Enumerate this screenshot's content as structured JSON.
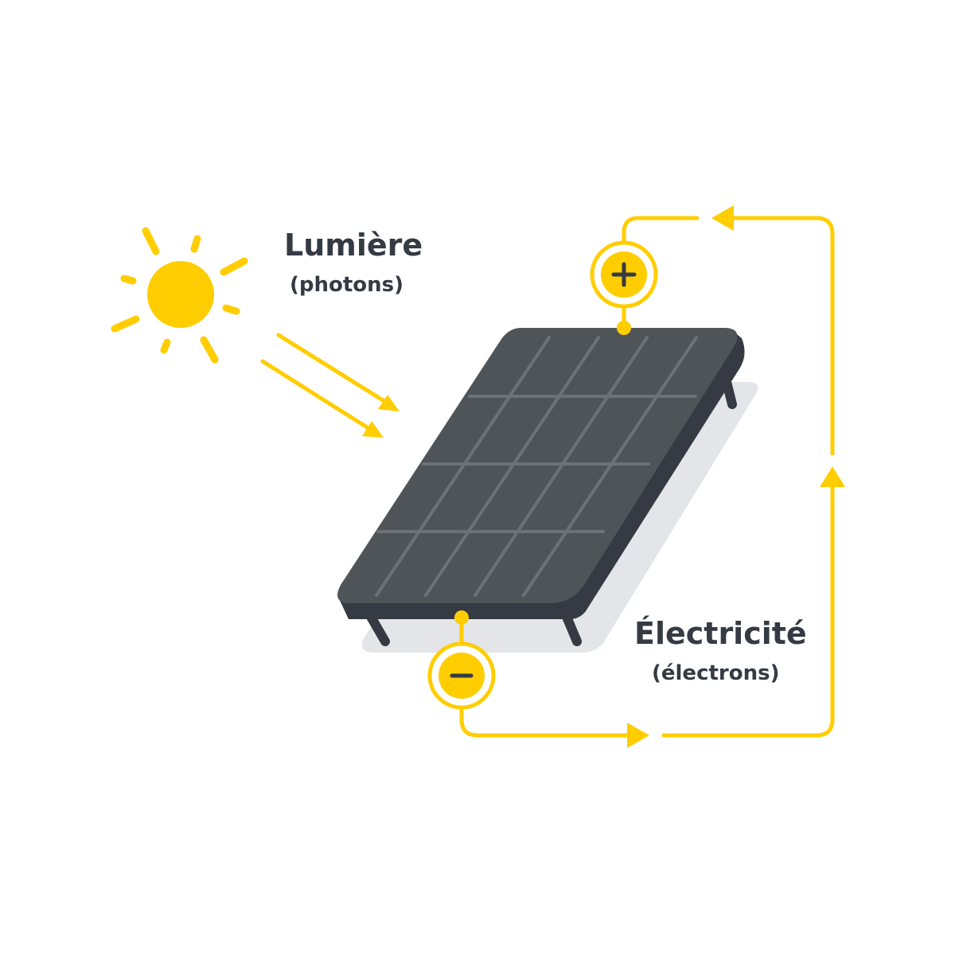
{
  "colors": {
    "accent": "#ffcd00",
    "panel_face": "#4f5459",
    "panel_edge": "#353a43",
    "panel_grid": "#6c7277",
    "shadow": "#e4e5e9",
    "text": "#353a43",
    "background": "#ffffff"
  },
  "icons": {
    "sun": "sun-icon",
    "positive": "plus-icon",
    "negative": "minus-icon"
  },
  "labels": {
    "light_title": "Lumière",
    "light_subtitle": "(photons)",
    "electricity_title": "Électricité",
    "electricity_subtitle": "(électrons)"
  }
}
